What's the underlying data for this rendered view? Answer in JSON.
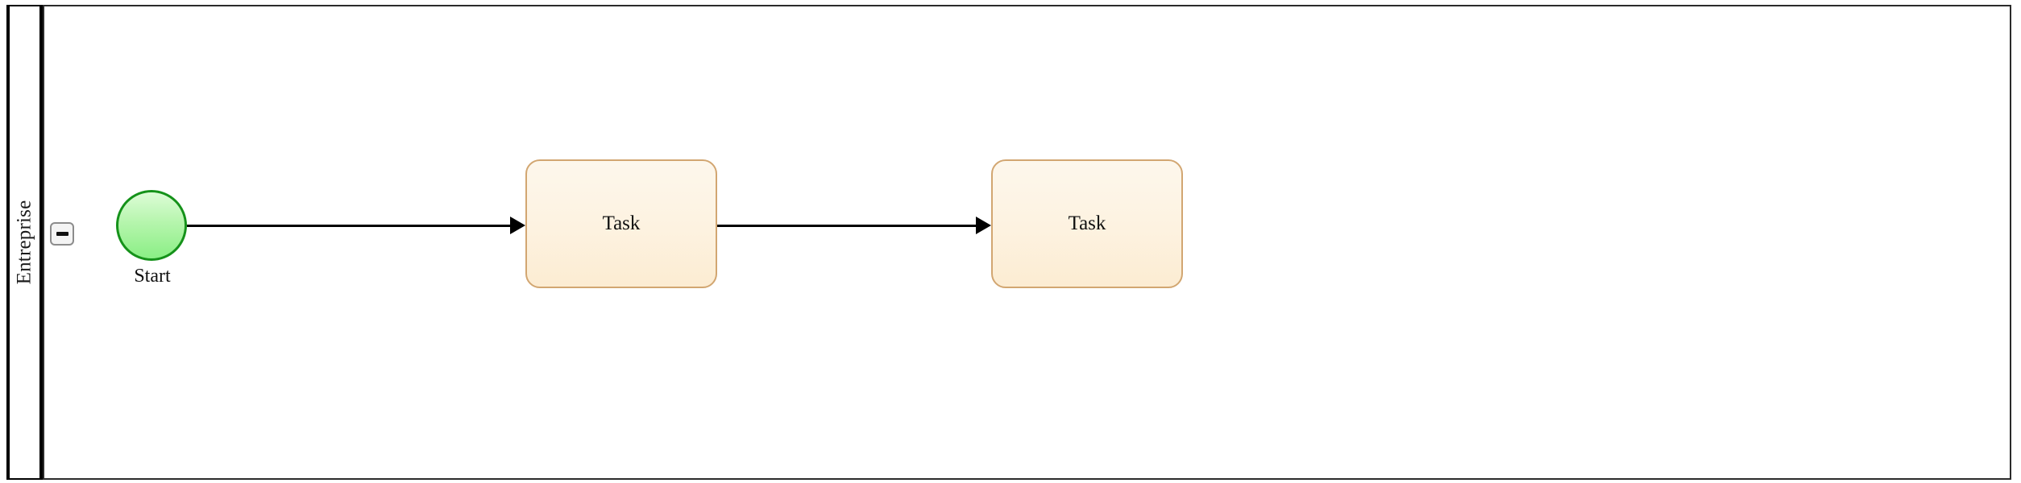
{
  "diagram": {
    "type": "bpmn-process",
    "pool": {
      "lane_label": "Entreprise",
      "collapse_button": {
        "icon": "minus-icon",
        "state": "expanded"
      }
    },
    "nodes": [
      {
        "id": "start-event",
        "type": "start-event",
        "label": "Start",
        "shape": "circle",
        "fill": "#b6f5ad",
        "stroke": "#15921a"
      },
      {
        "id": "task-1",
        "type": "task",
        "label": "Task",
        "shape": "rounded-rectangle",
        "fill": "#fdf2e0",
        "stroke": "#d2a671"
      },
      {
        "id": "task-2",
        "type": "task",
        "label": "Task",
        "shape": "rounded-rectangle",
        "fill": "#fdf2e0",
        "stroke": "#d2a671"
      }
    ],
    "flows": [
      {
        "id": "flow-1",
        "type": "sequence-flow",
        "from": "start-event",
        "to": "task-1",
        "stroke": "#000000"
      },
      {
        "id": "flow-2",
        "type": "sequence-flow",
        "from": "task-1",
        "to": "task-2",
        "stroke": "#000000"
      }
    ]
  }
}
